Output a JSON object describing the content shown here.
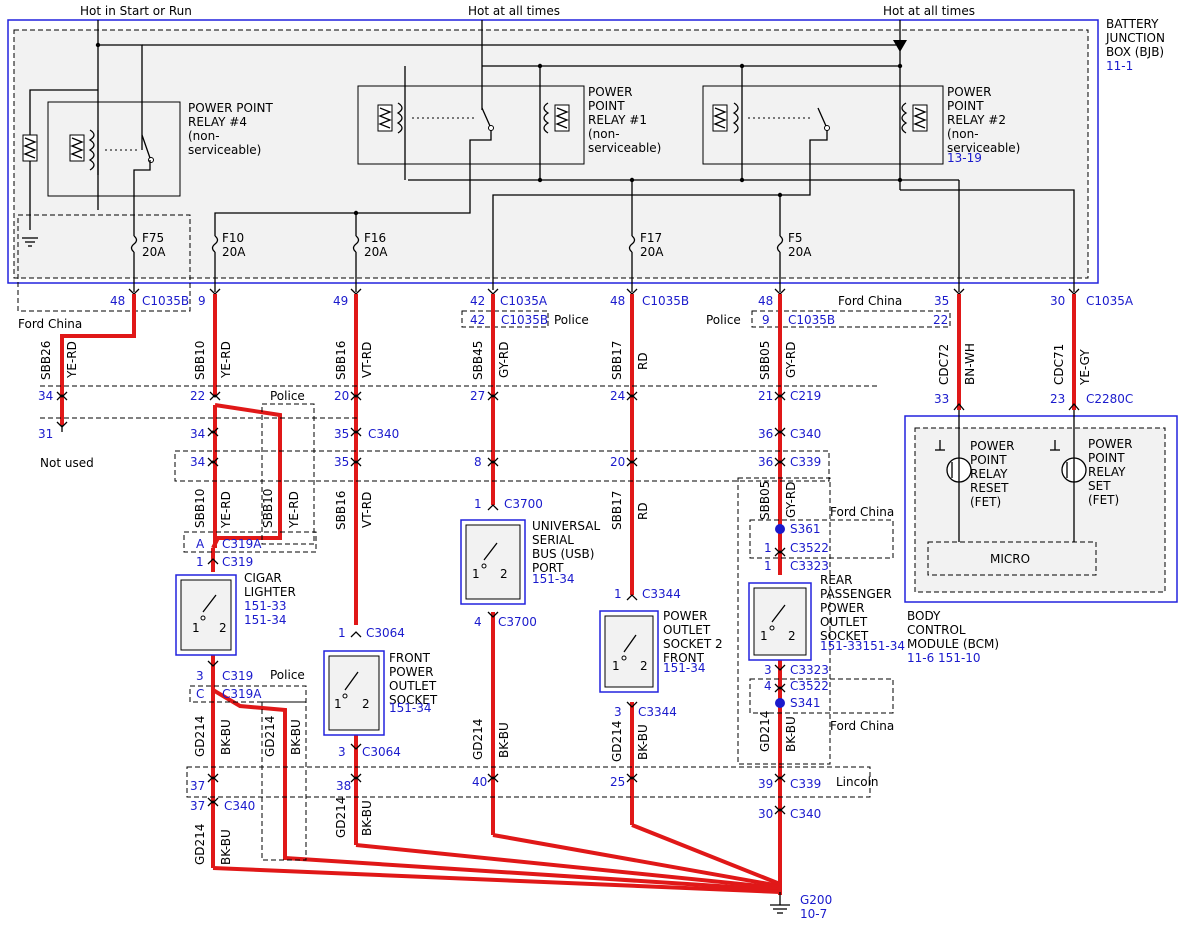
{
  "top": {
    "hot_start_run": "Hot in Start or Run",
    "hot_all_1": "Hot at all times",
    "hot_all_2": "Hot at all times"
  },
  "bjb": {
    "l1": "BATTERY",
    "l2": "JUNCTION",
    "l3": "BOX (BJB)",
    "ref": "11-1"
  },
  "relays": {
    "r4": [
      "POWER POINT",
      "RELAY #4",
      "(non-",
      "serviceable)"
    ],
    "r1": [
      "POWER",
      "POINT",
      "RELAY #1",
      "(non-",
      "serviceable)"
    ],
    "r2": [
      "POWER",
      "POINT",
      "RELAY #2",
      "(non-",
      "serviceable)"
    ],
    "r2_ref": "13-19"
  },
  "fuses": [
    {
      "name": "F75",
      "amps": "20A"
    },
    {
      "name": "F10",
      "amps": "20A"
    },
    {
      "name": "F16",
      "amps": "20A"
    },
    {
      "name": "F17",
      "amps": "20A"
    },
    {
      "name": "F5",
      "amps": "20A"
    }
  ],
  "bjb_pins": {
    "p48a": "48",
    "c1035b_a": "C1035B",
    "p9": "9",
    "p49": "49",
    "p42": "42",
    "c1035a": "C1035A",
    "p42b": "42",
    "c1035b_b": "C1035B",
    "police_b": "Police",
    "p48b": "48",
    "c1035b_c": "C1035B",
    "p48c": "48",
    "ford_china_c": "Ford China",
    "police_c": "Police",
    "p9c": "9",
    "c1035b_d": "C1035B",
    "p22c": "22",
    "p35": "35",
    "p30": "30",
    "c1035a_b": "C1035A"
  },
  "ford_china_l": "Ford China",
  "wires": {
    "sbb26": "SBB26",
    "yerd1": "YE-RD",
    "sbb10": "SBB10",
    "yerd2": "YE-RD",
    "sbb16": "SBB16",
    "vtrd": "VT-RD",
    "sbb45": "SBB45",
    "gyrd": "GY-RD",
    "sbb17": "SBB17",
    "rd": "RD",
    "sbb05": "SBB05",
    "gyrd2": "GY-RD",
    "cdc72": "CDC72",
    "bnwh": "BN-WH",
    "cdc71": "CDC71",
    "yegy": "YE-GY"
  },
  "row219": {
    "p34": "34",
    "p22": "22",
    "police": "Police",
    "p20": "20",
    "p27": "27",
    "p24": "24",
    "p21": "21",
    "c219": "C219",
    "p33": "33",
    "p23": "23",
    "c2280c": "C2280C"
  },
  "row_notused": {
    "p31": "31",
    "label": "Not used"
  },
  "row340a": {
    "p34": "34",
    "p35": "35",
    "c340": "C340",
    "p36": "36",
    "c340b": "C340"
  },
  "row339a": {
    "p34": "34",
    "p35": "35",
    "p8": "8",
    "p20": "20",
    "p36": "36",
    "c339": "C339"
  },
  "col1": {
    "sbb10": "SBB10",
    "yerd": "YE-RD",
    "sbb10b": "SBB10",
    "yerdb": "YE-RD",
    "pa": "A",
    "c319a": "C319A",
    "p1": "1",
    "c319": "C319",
    "cig1": "CIGAR",
    "cig2": "LIGHTER",
    "ref1": "151-33",
    "ref2": "151-34",
    "sw1": "1",
    "sw2": "2",
    "p3": "3",
    "c319b": "C319",
    "police": "Police",
    "pc": "C",
    "c319ab": "C319A",
    "gd1": "GD214",
    "bk1": "BK-BU",
    "gd2": "GD214",
    "bk2": "BK-BU",
    "p37a": "37",
    "p37b": "37",
    "c340": "C340",
    "gd3": "GD214",
    "bk3": "BK-BU"
  },
  "col2": {
    "sbb16": "SBB16",
    "vtrd": "VT-RD",
    "p1": "1",
    "c3064": "C3064",
    "l1": "FRONT",
    "l2": "POWER",
    "l3": "OUTLET",
    "l4": "SOCKET",
    "ref": "151-34",
    "sw1": "1",
    "sw2": "2",
    "p3": "3",
    "c3064b": "C3064",
    "p38": "38",
    "gd": "GD214",
    "bk": "BK-BU"
  },
  "col3": {
    "p1": "1",
    "c3700": "C3700",
    "l1": "UNIVERSAL",
    "l2": "SERIAL",
    "l3": "BUS (USB)",
    "l4": "PORT",
    "ref": "151-34",
    "sw1": "1",
    "sw2": "2",
    "p4": "4",
    "c3700b": "C3700",
    "gd": "GD214",
    "bk": "BK-BU",
    "p40": "40"
  },
  "col4": {
    "sbb17": "SBB17",
    "rd": "RD",
    "p1": "1",
    "c3344": "C3344",
    "l1": "POWER",
    "l2": "OUTLET",
    "l3": "SOCKET 2",
    "l4": "FRONT",
    "ref": "151-34",
    "sw1": "1",
    "sw2": "2",
    "p3": "3",
    "c3344b": "C3344",
    "gd": "GD214",
    "bk": "BK-BU",
    "p25": "25"
  },
  "col5": {
    "sbb05": "SBB05",
    "gyrd": "GY-RD",
    "ford_china": "Ford China",
    "s361": "S361",
    "p1a": "1",
    "c3522": "C3522",
    "p1b": "1",
    "c3323": "C3323",
    "l1": "REAR",
    "l2": "PASSENGER",
    "l3": "POWER",
    "l4": "OUTLET",
    "l5": "SOCKET",
    "ref": "151-33151-34",
    "sw1": "1",
    "sw2": "2",
    "p3": "3",
    "c3323b": "C3323",
    "p4": "4",
    "c3522b": "C3522",
    "s341": "S341",
    "ford_china2": "Ford China",
    "gd": "GD214",
    "bk": "BK-BU",
    "p39": "39",
    "c339": "C339",
    "lincoln": "Lincoln",
    "p30": "30",
    "c340": "C340"
  },
  "bcm": {
    "reset": [
      "POWER",
      "POINT",
      "RELAY",
      "RESET",
      "(FET)"
    ],
    "set": [
      "POWER",
      "POINT",
      "RELAY",
      "SET",
      "(FET)"
    ],
    "micro": "MICRO",
    "name": [
      "BODY",
      "CONTROL",
      "MODULE (BCM)"
    ],
    "refs": "11-6  151-10"
  },
  "ground": {
    "name": "G200",
    "ref": "10-7"
  }
}
